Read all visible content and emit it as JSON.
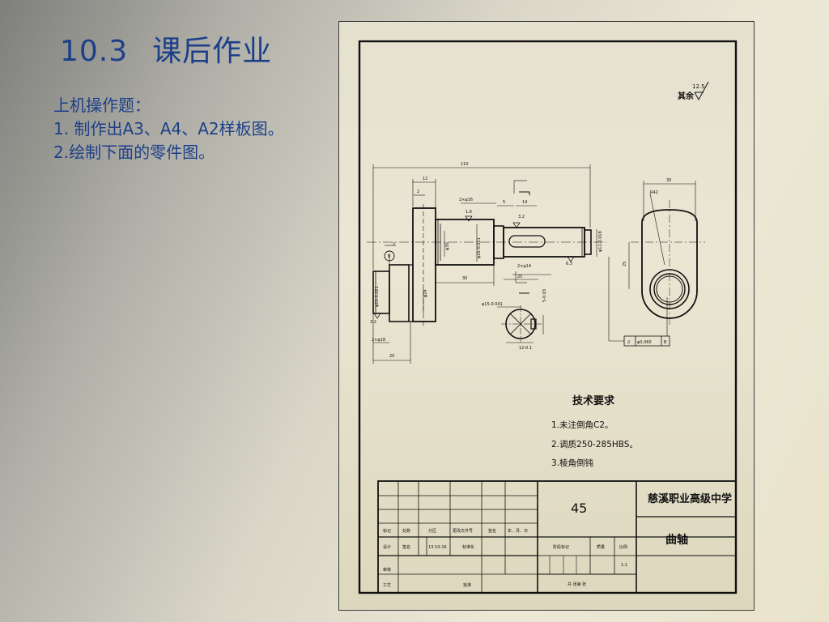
{
  "slide": {
    "title_number": "10.3",
    "title_text": "课后作业",
    "section_heading": "上机操作题：",
    "tasks": [
      "1. 制作出A3、A4、A2样板图。",
      "2.绘制下面的零件图。"
    ]
  },
  "drawing": {
    "surface_finish_label": "其余",
    "surface_finish_value": "12.5",
    "dims": {
      "overall_length": "110",
      "d12": "12",
      "d2a": "2",
      "chamfer1": "2×φ16",
      "d5": "5",
      "d14": "14",
      "d30w": "30",
      "r42": "R42",
      "rough16": "1.6",
      "rough32a": "3.2",
      "phi30": "φ30",
      "phi26": "φ26-0.021",
      "phi12": "φ12-0.018",
      "d2b": "2",
      "datum": "B",
      "phi20": "φ20-0.021",
      "phi24": "φ24",
      "rough32b": "3.2",
      "rough63": "6.3",
      "chamfer2": "2×φ14",
      "d30b": "30",
      "d25b": "25",
      "d25v": "25",
      "d5k": "5-0.03",
      "phi15": "φ15-0.041",
      "d12s": "12-0.1",
      "chamfer3": "2×φ18",
      "d20": "20"
    },
    "tolerance_frame": [
      "//",
      "φ0.060",
      "B"
    ],
    "tech_req": {
      "title": "技术要求",
      "items": [
        "1.未注倒角C2。",
        "2.调质250-285HBS。",
        "3.棱角倒钝"
      ]
    },
    "title_block": {
      "material": "45",
      "school": "慈溪职业高级中学",
      "part_name": "曲轴",
      "row_labels": [
        "标记",
        "处数",
        "分区",
        "更改文件号",
        "签名",
        "年、月、日"
      ],
      "design_label": "设计",
      "sign_label": "签名",
      "date": "13-10-16",
      "standard_label": "标准化",
      "stage_label": "阶段标记",
      "weight_label": "质量",
      "scale_label": "比例",
      "scale_value": "1:1",
      "review_label": "审核",
      "process_label": "工艺",
      "approve_label": "批准",
      "sheets_label": "共 张第 张"
    }
  }
}
